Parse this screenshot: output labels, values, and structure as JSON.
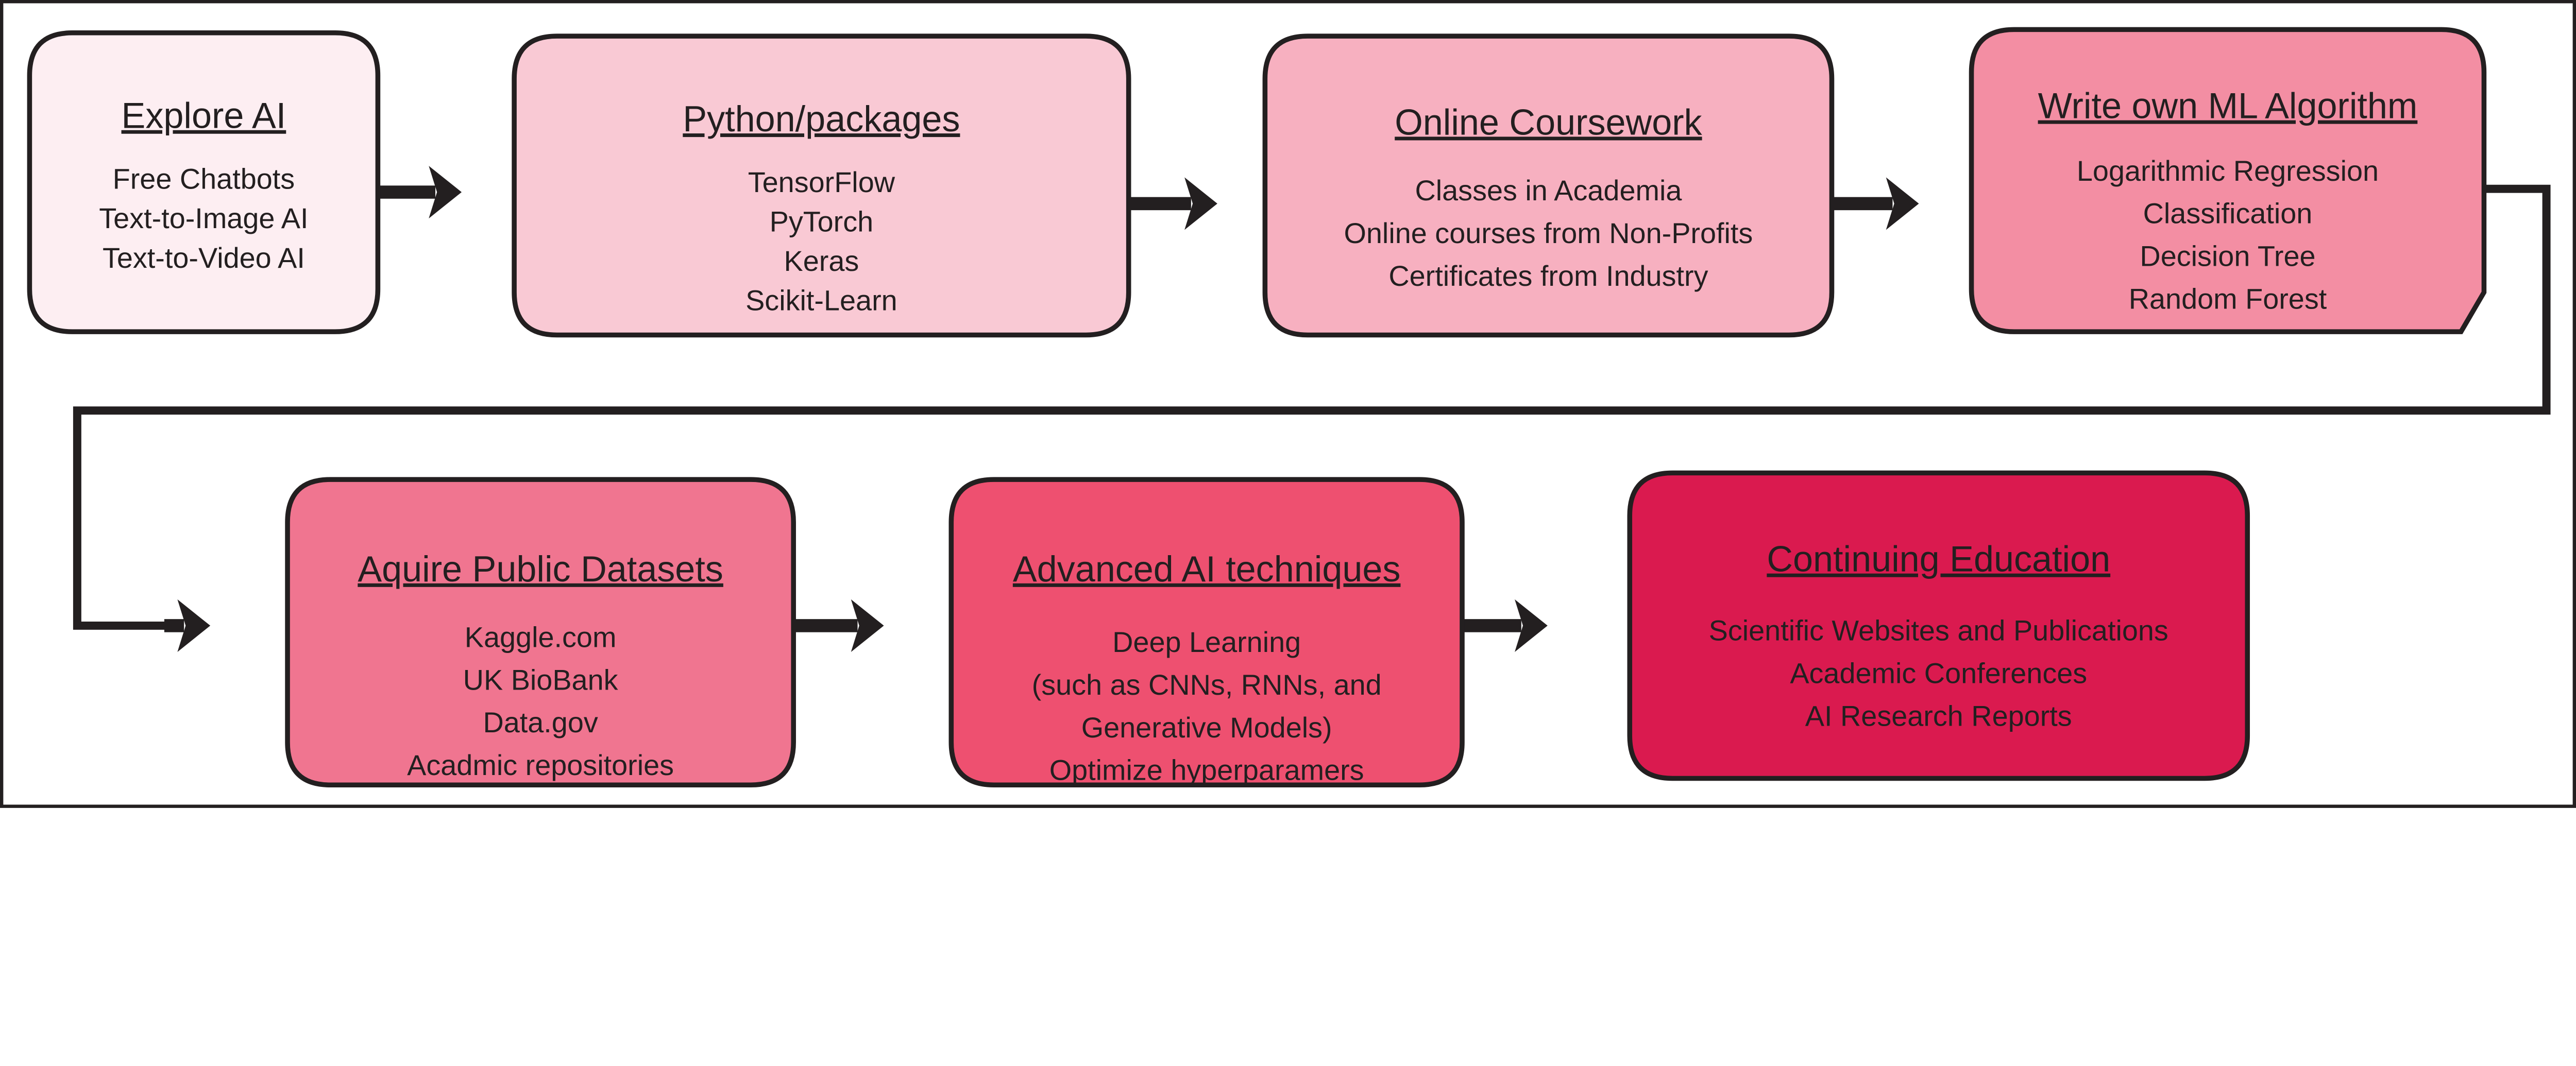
{
  "colors": {
    "stroke": "#231f20",
    "background": "#ffffff"
  },
  "steps": [
    {
      "title": "Explore AI",
      "fill": "#fdeef2",
      "items": [
        "Free Chatbots",
        "Text-to-Image AI",
        "Text-to-Video AI"
      ]
    },
    {
      "title": "Python/packages",
      "fill": "#f9c9d4",
      "items": [
        "TensorFlow",
        "PyTorch",
        "Keras",
        "Scikit-Learn"
      ]
    },
    {
      "title": "Online Coursework",
      "fill": "#f7b0c0",
      "items": [
        "Classes in Academia",
        "Online courses from Non-Profits",
        "Certificates from Industry"
      ]
    },
    {
      "title": "Write own ML Algorithm",
      "fill": "#f38ea3",
      "items": [
        "Logarithmic Regression",
        "Classification",
        "Decision Tree",
        "Random Forest"
      ]
    },
    {
      "title": "Aquire Public Datasets",
      "fill": "#f07590",
      "items": [
        "Kaggle.com",
        "UK BioBank",
        "Data.gov",
        "Acadmic repositories"
      ]
    },
    {
      "title": "Advanced AI techniques",
      "fill": "#ee5070",
      "items": [
        "Deep Learning",
        "(such as CNNs, RNNs, and",
        "Generative Models)",
        "Optimize hyperparamers"
      ]
    },
    {
      "title": "Continuing Education",
      "fill": "#da1a4f",
      "items": [
        "Scientific Websites and Publications",
        "Academic Conferences",
        "AI Research Reports"
      ]
    }
  ]
}
